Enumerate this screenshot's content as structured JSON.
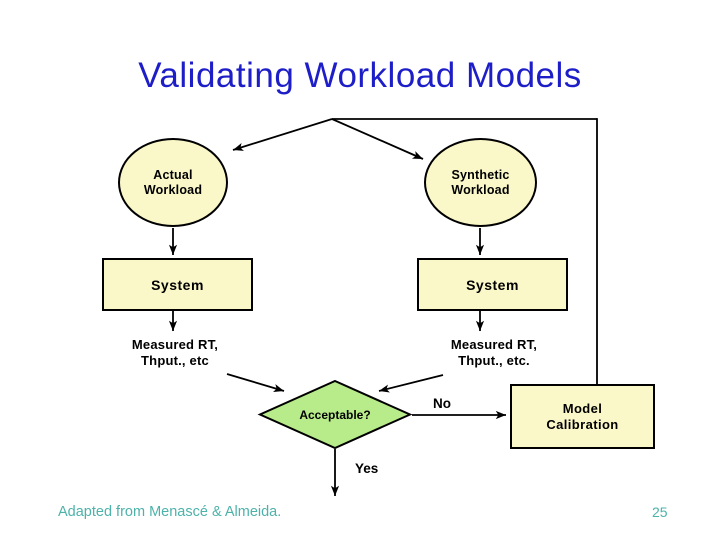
{
  "slide": {
    "title": "Validating Workload Models",
    "footer": "Adapted from Menascé & Almeida.",
    "page_number": "25"
  },
  "nodes": {
    "actual_workload": {
      "line1": "Actual",
      "line2": "Workload"
    },
    "synthetic_workload": {
      "line1": "Synthetic",
      "line2": "Workload"
    },
    "system_left": "System",
    "system_right": "System",
    "measured_left": {
      "line1": "Measured RT,",
      "line2": "Thput., etc"
    },
    "measured_right": {
      "line1": "Measured RT,",
      "line2": "Thput., etc."
    },
    "decision": "Acceptable?",
    "model_calibration": {
      "line1": "Model",
      "line2": "Calibration"
    }
  },
  "edge_labels": {
    "no": "No",
    "yes": "Yes"
  },
  "colors": {
    "title": "#1E1EC8",
    "node_fill": "#FAF7C8",
    "diamond_fill": "#B8EC8A",
    "stroke": "#000000",
    "text": "#000000",
    "footer": "#4DB2AA"
  }
}
